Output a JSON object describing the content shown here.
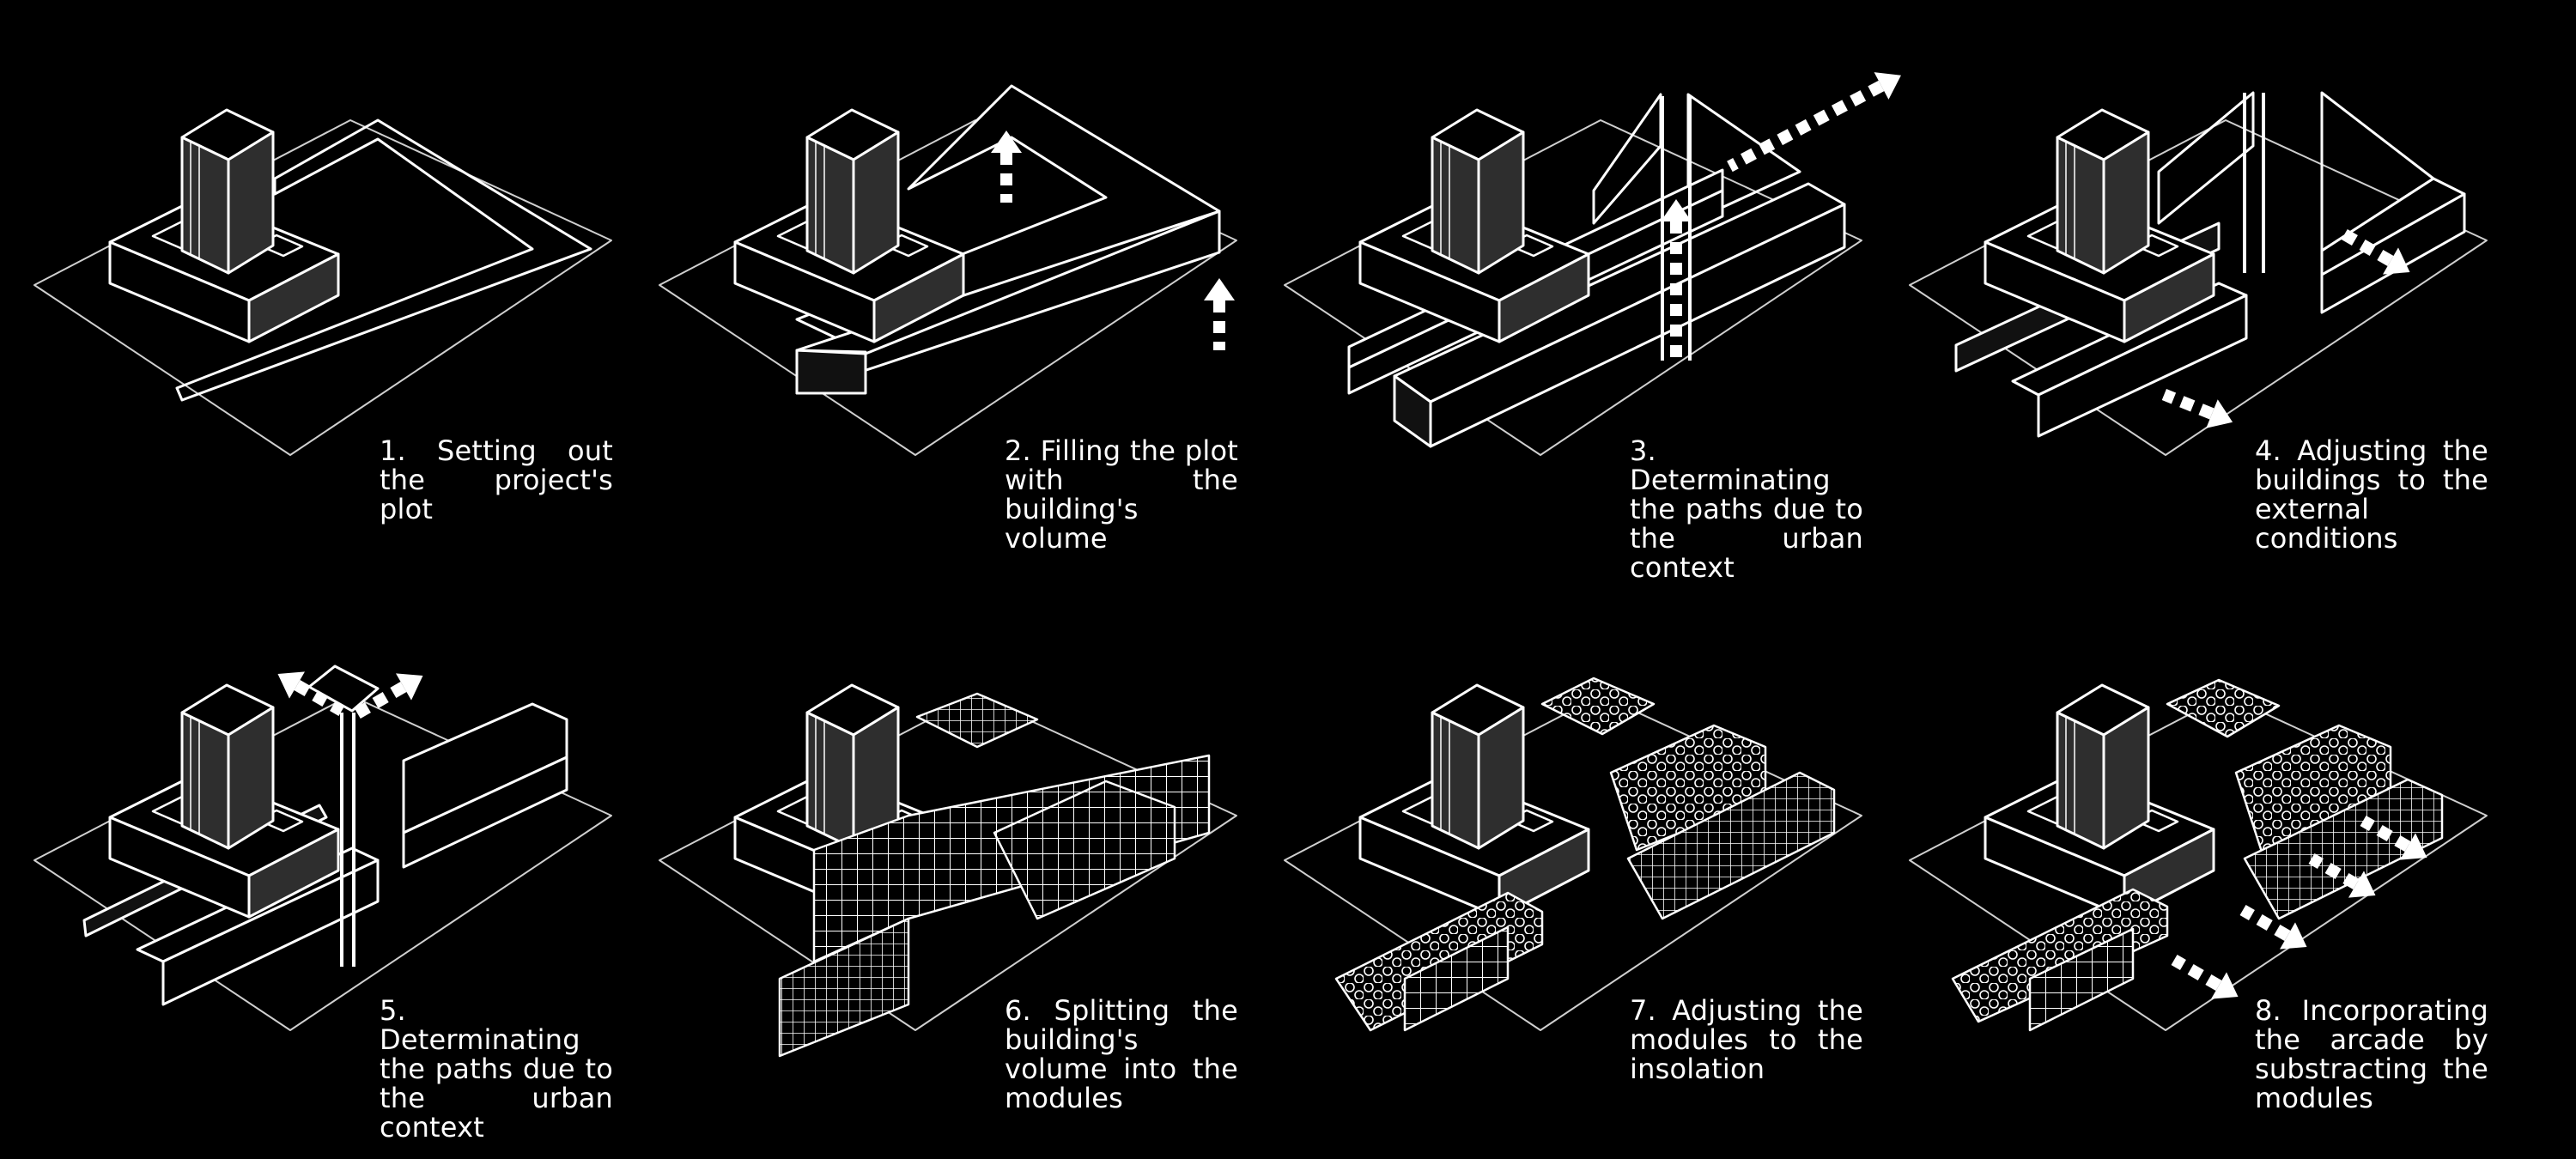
{
  "diagram": {
    "background": "#000000",
    "line_color": "#ffffff",
    "volume_fill": "#2e2e2e",
    "steps": [
      {
        "caption": "1. Setting out the project's plot"
      },
      {
        "caption": "2. Filling the plot with the building's volume"
      },
      {
        "caption": "3. Determinating the paths due to the urban context"
      },
      {
        "caption": "4. Adjusting the buildings to the external conditions"
      },
      {
        "caption": "5. Determinating the paths due to the urban context"
      },
      {
        "caption": "6. Splitting the building's volume into the modules"
      },
      {
        "caption": "7. Adjusting the modules to the insolation"
      },
      {
        "caption": "8. Incorporating the arcade by substracting the modules"
      }
    ]
  }
}
